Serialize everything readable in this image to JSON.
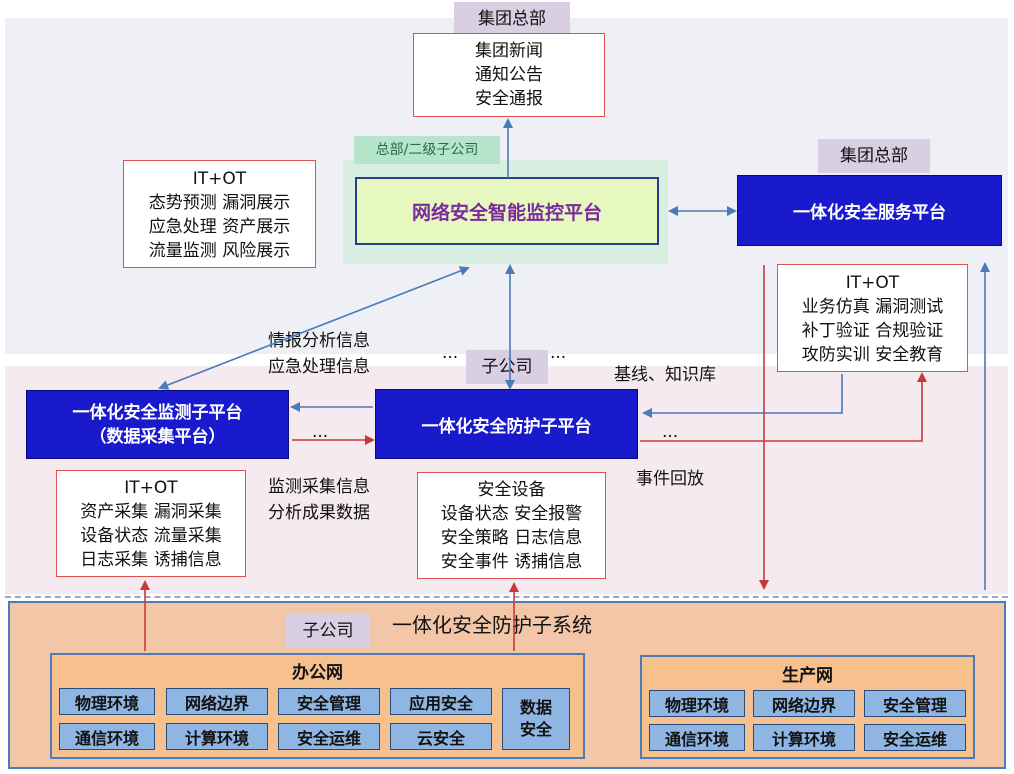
{
  "top_tag": "集团总部",
  "hq_info": [
    "集团新闻",
    "通知公告",
    "安全通报"
  ],
  "green_tag": "总部/二级子公司",
  "main_platform": "网络安全智能监控平台",
  "it_ot_left": [
    "IT+OT",
    "态势预测 漏洞展示",
    "应急处理 资产展示",
    "流量监测 风险展示"
  ],
  "service_tag": "集团总部",
  "service_platform": "一体化安全服务平台",
  "service_info": [
    "IT+OT",
    "业务仿真 漏洞测试",
    "补丁验证 合规验证",
    "攻防实训 安全教育"
  ],
  "intel_labels": [
    "情报分析信息",
    "应急处理信息"
  ],
  "sub_tag": "子公司",
  "ellipsis": "...",
  "ellipsis_dots": "···",
  "baseline_label": "基线、知识库",
  "event_label": "事件回放",
  "monitor_platform": [
    "一体化安全监测子平台",
    "（数据采集平台）"
  ],
  "protect_platform": "一体化安全防护子平台",
  "collect_labels": [
    "监测采集信息",
    "分析成果数据"
  ],
  "monitor_info": [
    "IT+OT",
    "资产采集 漏洞采集",
    "设备状态 流量采集",
    "日志采集 诱捕信息"
  ],
  "device_info": [
    "安全设备",
    "设备状态 安全报警",
    "安全策略 日志信息",
    "安全事件 诱捕信息"
  ],
  "bottom_title": "一体化安全防护子系统",
  "bottom_tag": "子公司",
  "office_net": {
    "title": "办公网",
    "chips": [
      "物理环境",
      "网络边界",
      "安全管理",
      "应用安全",
      "通信环境",
      "计算环境",
      "安全运维",
      "云安全"
    ],
    "data_chip": [
      "数据",
      "安全"
    ]
  },
  "prod_net": {
    "title": "生产网",
    "chips": [
      "物理环境",
      "网络边界",
      "安全管理",
      "通信环境",
      "计算环境",
      "安全运维"
    ]
  },
  "colors": {
    "blue_block": "#1a1acd",
    "arrow_blue": "#4a7ab8",
    "arrow_red": "#c83a3a"
  }
}
